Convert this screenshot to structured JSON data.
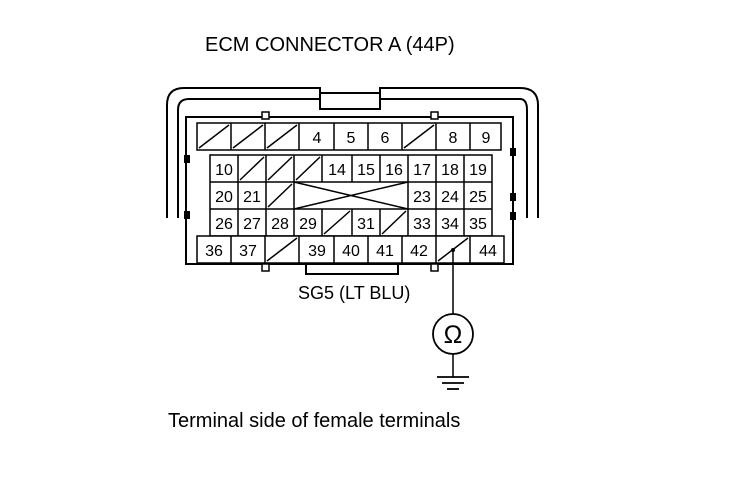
{
  "title": "ECM CONNECTOR A (44P)",
  "wire_label": "SG5 (LT BLU)",
  "caption": "Terminal side of female terminals",
  "meter_symbol": "Ω",
  "meter_icon": "ohmmeter-icon",
  "ground_icon": "ground-icon",
  "rows": [
    [
      "/",
      "/",
      "/",
      "4",
      "5",
      "6",
      "/",
      "8",
      "9"
    ],
    [
      "10",
      "/",
      "/",
      "/",
      "14",
      "15",
      "16",
      "17",
      "18",
      "19"
    ],
    [
      "20",
      "21",
      "/",
      "X",
      "23",
      "24",
      "25"
    ],
    [
      "26",
      "27",
      "28",
      "29",
      "/",
      "31",
      "/",
      "33",
      "34",
      "35"
    ],
    [
      "36",
      "37",
      "/",
      "39",
      "40",
      "41",
      "42",
      "/",
      "44"
    ]
  ]
}
